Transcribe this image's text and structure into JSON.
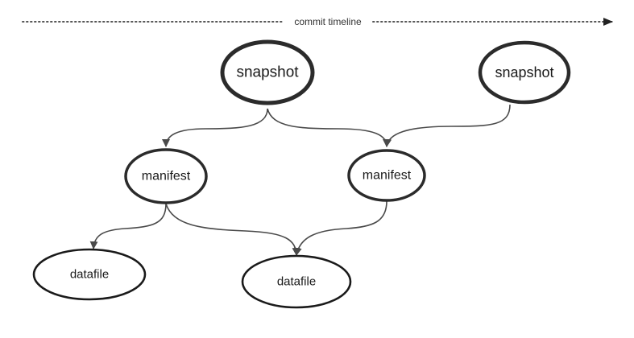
{
  "timeline": {
    "label": "commit timeline"
  },
  "nodes": {
    "snapshot_1": "snapshot",
    "snapshot_2": "snapshot",
    "manifest_1": "manifest",
    "manifest_2": "manifest",
    "datafile_1": "datafile",
    "datafile_2": "datafile"
  },
  "edges": [
    {
      "from": "snapshot_1",
      "to": "manifest_1"
    },
    {
      "from": "snapshot_1",
      "to": "manifest_2"
    },
    {
      "from": "snapshot_2",
      "to": "manifest_2"
    },
    {
      "from": "manifest_1",
      "to": "datafile_1"
    },
    {
      "from": "manifest_1",
      "to": "datafile_2"
    },
    {
      "from": "manifest_2",
      "to": "datafile_2"
    }
  ],
  "colors": {
    "node_stroke": "#2b2b2b",
    "edge": "#4a4a4a",
    "background": "#ffffff"
  }
}
